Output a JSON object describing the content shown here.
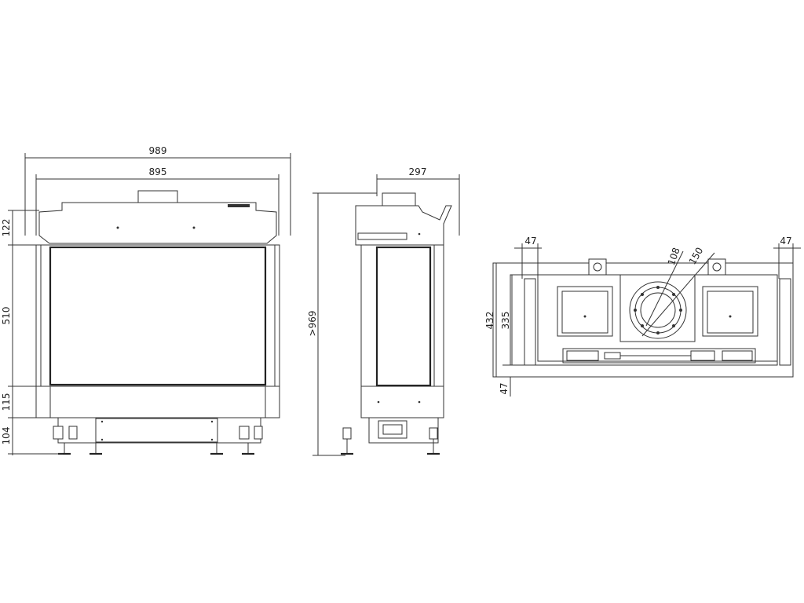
{
  "dimensions": {
    "front_overall_width": "989",
    "front_inner_width": "895",
    "front_top_height": "122",
    "front_glass_height": "510",
    "front_base_height": "115",
    "front_legs_height": "104",
    "side_depth": "297",
    "side_total_height": ">969",
    "top_left_offset": "47",
    "top_right_offset": "47",
    "top_outer_depth": "432",
    "top_inner_depth": "335",
    "top_bottom_offset": "47",
    "flue_inner_diameter": "108",
    "flue_outer_diameter": "150"
  }
}
